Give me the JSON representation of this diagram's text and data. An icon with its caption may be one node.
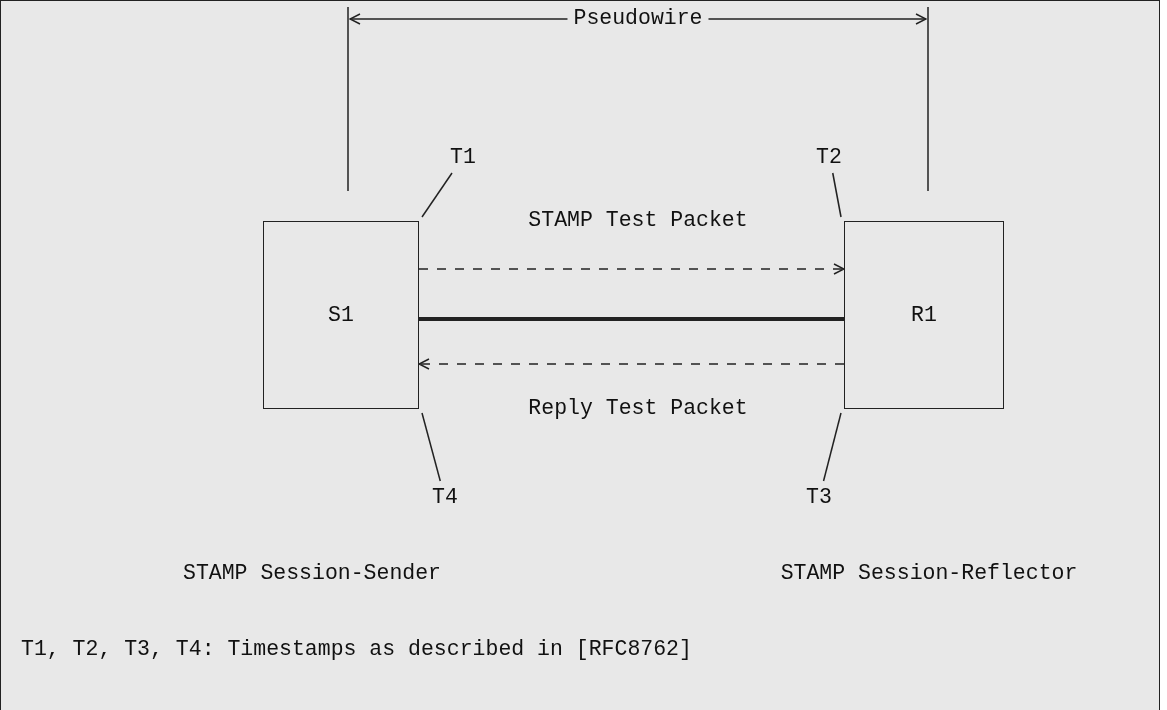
{
  "diagram": {
    "nodes": [
      {
        "text": [
          "T1"
        ]
      },
      {
        "text": [
          "T2"
        ]
      },
      {
        "text": [
          "S1"
        ]
      },
      {
        "text": [
          "R1"
        ]
      },
      {
        "text": [
          "T4"
        ]
      },
      {
        "text": [
          "T3"
        ]
      }
    ],
    "edges": [
      {
        "from": 2,
        "to": 3,
        "arrow": "to",
        "style": "dashed",
        "label": "STAMP Test Packet"
      },
      {
        "from": 2,
        "to": 3,
        "arrow": "none",
        "style": "thick"
      },
      {
        "from": 3,
        "to": 2,
        "arrow": "to",
        "style": "dashed",
        "label": "Reply Test Packet"
      },
      {
        "from": 0,
        "to": 2,
        "arrow": "none"
      },
      {
        "from": 1,
        "to": 3,
        "arrow": "none"
      },
      {
        "from": 4,
        "to": 2,
        "arrow": "none"
      },
      {
        "from": 5,
        "to": 3,
        "arrow": "none"
      }
    ],
    "labels": [
      "Pseudowire",
      "STAMP Session-Sender",
      "STAMP Session-Reflector",
      "T1, T2, T3, T4: Timestamps as described in [RFC8762]"
    ]
  }
}
